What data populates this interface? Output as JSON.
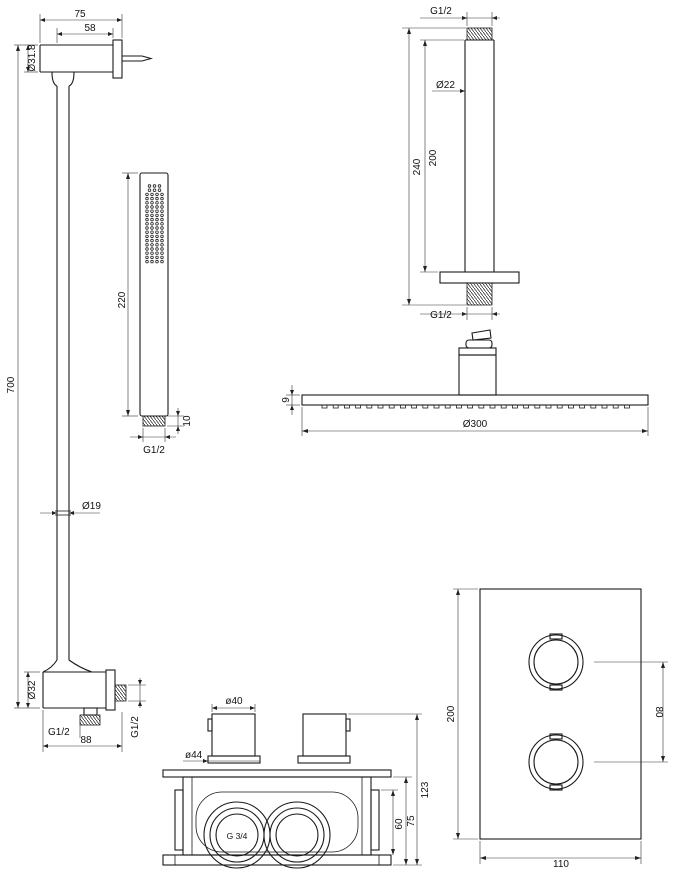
{
  "bar": {
    "dim_75": "75",
    "dim_58": "58",
    "dim_d318": "Ø31.8",
    "dim_700": "700",
    "dim_d19": "Ø19",
    "dim_d32": "Ø32",
    "dim_g12_left": "G1/2",
    "dim_88": "88",
    "dim_g12_right": "G1/2"
  },
  "hand_shower": {
    "dim_220": "220",
    "dim_10": "10",
    "dim_g12": "G1/2"
  },
  "arm": {
    "dim_g12_top": "G1/2",
    "dim_d22": "Ø22",
    "dim_240": "240",
    "dim_200": "200",
    "dim_g12_bottom": "G1/2"
  },
  "head": {
    "dim_9": "9",
    "dim_d300": "Ø300"
  },
  "valve_side": {
    "dim_d40": "ø40",
    "dim_d44": "ø44",
    "dim_123": "123",
    "dim_75": "75",
    "dim_60": "60",
    "dim_g34": "G 3/4"
  },
  "valve_front": {
    "dim_200": "200",
    "dim_80": "80",
    "dim_110": "110"
  }
}
